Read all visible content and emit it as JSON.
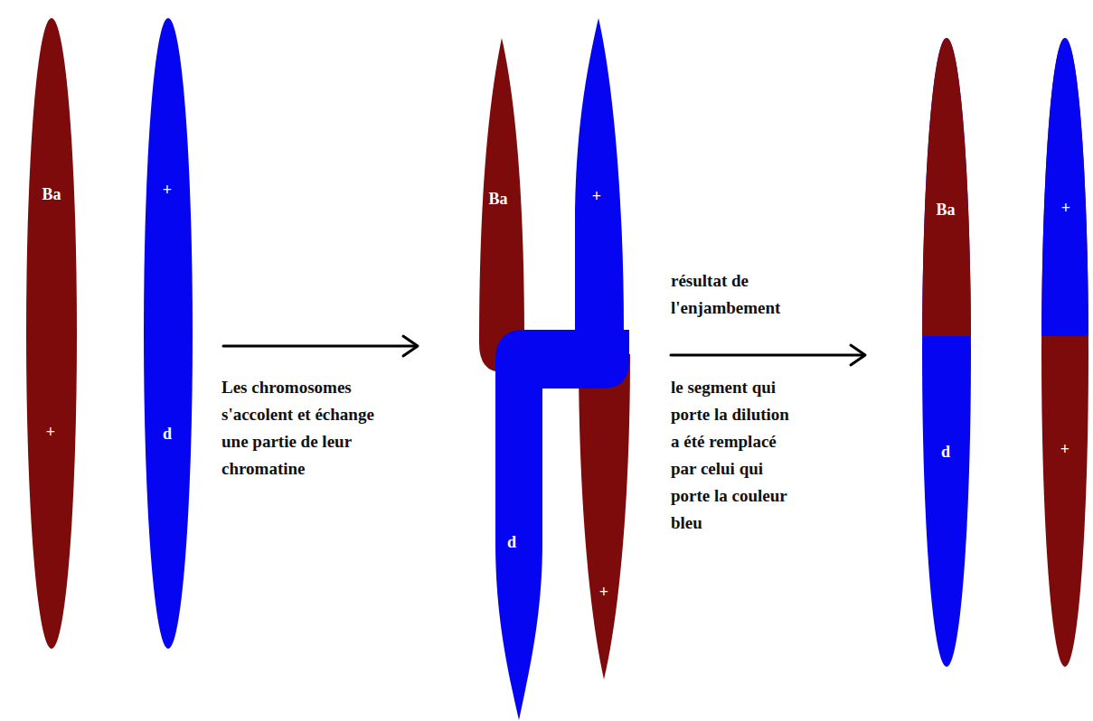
{
  "diagram": {
    "nodes": [
      {
        "text": [
          "Ba",
          "+"
        ]
      },
      {
        "text": [
          "+",
          "d"
        ]
      },
      {
        "text": [
          "Ba",
          "+"
        ]
      },
      {
        "text": [
          "+",
          "d"
        ]
      },
      {
        "text": [
          "Ba",
          "d"
        ]
      },
      {
        "text": [
          "+",
          "+"
        ]
      }
    ],
    "labels": [
      "Les chromosomes s'accolent et échange une partie de leur chromatine",
      "résultat de l'enjambement",
      "le segment qui porte la dilution a été remplacé par celui qui porte la couleur bleu"
    ]
  }
}
